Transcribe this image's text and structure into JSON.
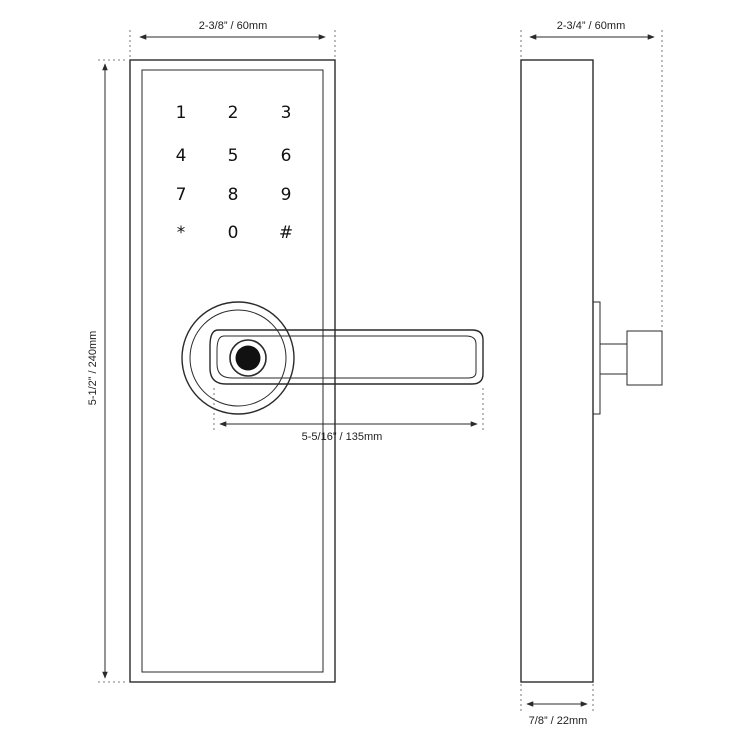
{
  "keypad": {
    "rows": [
      [
        "1",
        "2",
        "3"
      ],
      [
        "4",
        "5",
        "6"
      ],
      [
        "7",
        "8",
        "9"
      ],
      [
        "*",
        "0",
        "#"
      ]
    ]
  },
  "dimensions": {
    "front_width": "2-3/8” / 60mm",
    "front_height": "5-1/2” / 240mm",
    "handle_length": "5-5/16” / 135mm",
    "side_width": "2-3/4” / 60mm",
    "side_depth": "7/8” / 22mm"
  },
  "colors": {
    "line": "#2a2a2a",
    "sensor": "#111111",
    "background": "#ffffff"
  }
}
